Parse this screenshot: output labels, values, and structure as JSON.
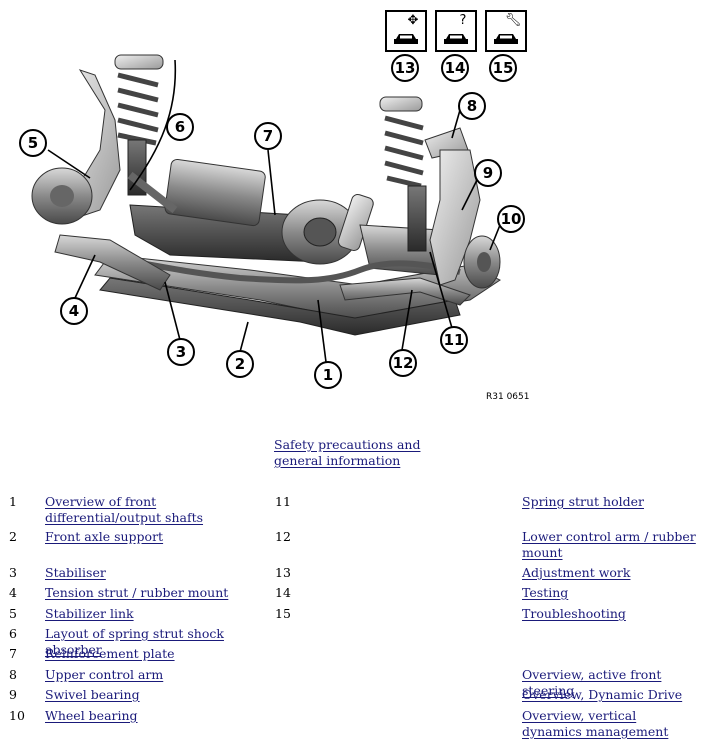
{
  "figure": {
    "code": "R31 0651",
    "callouts": [
      "1",
      "2",
      "3",
      "4",
      "5",
      "6",
      "7",
      "8",
      "9",
      "10",
      "11",
      "12",
      "13",
      "14",
      "15"
    ],
    "top_icons": [
      {
        "number": "13",
        "name": "adjust-arrows-icon"
      },
      {
        "number": "14",
        "name": "question-icon"
      },
      {
        "number": "15",
        "name": "wrench-icon"
      }
    ]
  },
  "safety_link": "Safety precautions and general information",
  "parts": [
    {
      "n": "1",
      "label": "Overview of front differential/output shafts"
    },
    {
      "n": "2",
      "label": "Front axle support"
    },
    {
      "n": "3",
      "label": "Stabiliser"
    },
    {
      "n": "4",
      "label": "Tension strut / rubber mount"
    },
    {
      "n": "5",
      "label": "Stabilizer link"
    },
    {
      "n": "6",
      "label": "Layout of spring strut shock absorber"
    },
    {
      "n": "7",
      "label": "Reinforcement plate"
    },
    {
      "n": "8",
      "label": "Upper control arm"
    },
    {
      "n": "9",
      "label": "Swivel bearing"
    },
    {
      "n": "10",
      "label": "Wheel bearing"
    }
  ],
  "parts_right": [
    {
      "n": "11",
      "label": "Spring strut holder"
    },
    {
      "n": "12",
      "label": "Lower control arm / rubber mount"
    },
    {
      "n": "13",
      "label": "Adjustment work"
    },
    {
      "n": "14",
      "label": "Testing"
    },
    {
      "n": "15",
      "label": "Troubleshooting"
    }
  ],
  "overview_links": [
    "Overview, active front steering",
    "Overview, Dynamic Drive",
    "Overview, vertical dynamics management"
  ]
}
